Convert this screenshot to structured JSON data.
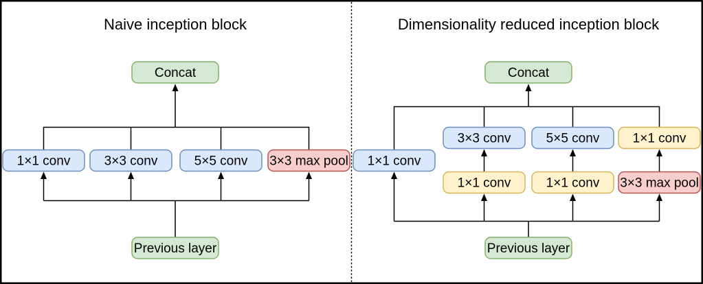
{
  "left": {
    "title": "Naive inception block",
    "concat": "Concat",
    "previous": "Previous layer",
    "branches": [
      {
        "label": "1×1 conv"
      },
      {
        "label": "3×3 conv"
      },
      {
        "label": "5×5 conv"
      },
      {
        "label": "3×3 max pool"
      }
    ]
  },
  "right": {
    "title": "Dimensionality reduced inception block",
    "concat": "Concat",
    "previous": "Previous layer",
    "input_conv": "1×1 conv",
    "top_row": [
      {
        "label": "3×3 conv"
      },
      {
        "label": "5×5 conv"
      },
      {
        "label": "1×1 conv"
      }
    ],
    "bottom_row": [
      {
        "label": "1×1 conv"
      },
      {
        "label": "1×1 conv"
      },
      {
        "label": "3×3 max pool"
      }
    ]
  },
  "colors": {
    "concat_fill": "#d5e8d4",
    "concat_stroke": "#82b366",
    "conv_fill": "#dae8fc",
    "conv_stroke": "#6c8ebf",
    "reduce_fill": "#fff2cc",
    "reduce_stroke": "#d6b656",
    "pool_fill": "#f8cecc",
    "pool_stroke": "#b85450",
    "line": "#000000"
  }
}
